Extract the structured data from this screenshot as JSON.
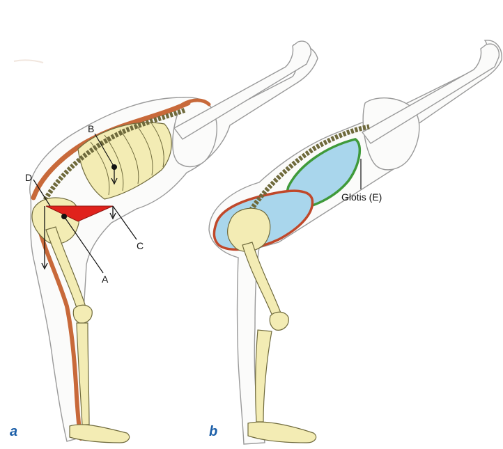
{
  "figure": {
    "panels": [
      {
        "id": "a",
        "label": "a",
        "callouts": [
          {
            "id": "A",
            "text": "A"
          },
          {
            "id": "B",
            "text": "B"
          },
          {
            "id": "C",
            "text": "C"
          },
          {
            "id": "D",
            "text": "D"
          }
        ]
      },
      {
        "id": "b",
        "label": "b",
        "callouts": [
          {
            "id": "E",
            "text": "Glotis (E)"
          }
        ]
      }
    ],
    "colors": {
      "bone": "#f3ecb4",
      "muscle": "#c8693a",
      "triangle": "#e0221c",
      "cavity_fill": "#a9d6ec",
      "thoracic_border": "#3f9a3a",
      "abdominal_border": "#c0482a",
      "panel_label": "#1c5fa8"
    }
  }
}
